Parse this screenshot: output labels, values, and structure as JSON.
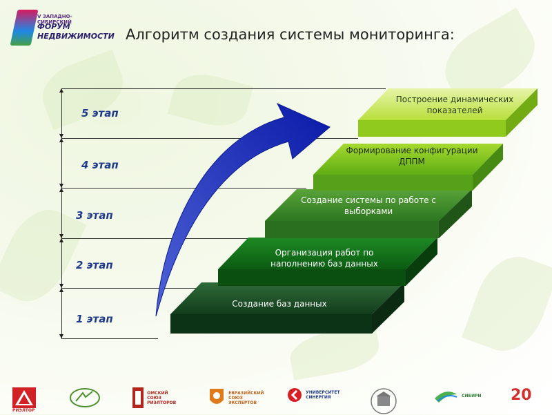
{
  "logo": {
    "line_top": "V ЗАПАДНО-СИБИРСКИЙ",
    "line1": "ФОРУМ",
    "line2": "НЕДВИЖИМОСТИ"
  },
  "title": "Алгоритм создания системы мониторинга:",
  "stages": [
    "1 этап",
    "2 этап",
    "3 этап",
    "4 этап",
    "5 этап"
  ],
  "steps": [
    {
      "label": "Создание баз данных",
      "color": "#1e5a2a"
    },
    {
      "label": "Организация работ по наполнению баз данных",
      "color": "#177a1f"
    },
    {
      "label": "Создание системы по работе с выборками",
      "color": "#3f8f2a"
    },
    {
      "label": "Формирование конфигурации ДППМ",
      "color": "#7cc21f"
    },
    {
      "label": "Построение динамических показателей",
      "color": "#b5dc2a"
    }
  ],
  "partners": [
    {
      "name": "РИЭЛТОР",
      "icon": "rieltor-logo-icon"
    },
    {
      "name": "",
      "icon": "association-logo-icon"
    },
    {
      "name": "ОМСКИЙ СОЮЗ РИЭЛТОРОВ",
      "icon": "omsk-union-logo-icon"
    },
    {
      "name": "ЕВРАЗИЙСКИЙ СОЮЗ ЭКСПЕРТОВ",
      "icon": "eurasian-union-logo-icon"
    },
    {
      "name": "УНИВЕРСИТЕТ СИНЕРГИЯ",
      "icon": "synergy-logo-icon"
    },
    {
      "name": "",
      "icon": "building-seal-logo-icon"
    },
    {
      "name": "СИБИРИ",
      "icon": "siberia-logo-icon"
    },
    {
      "name": "20",
      "icon": "anniversary-logo-icon"
    }
  ]
}
